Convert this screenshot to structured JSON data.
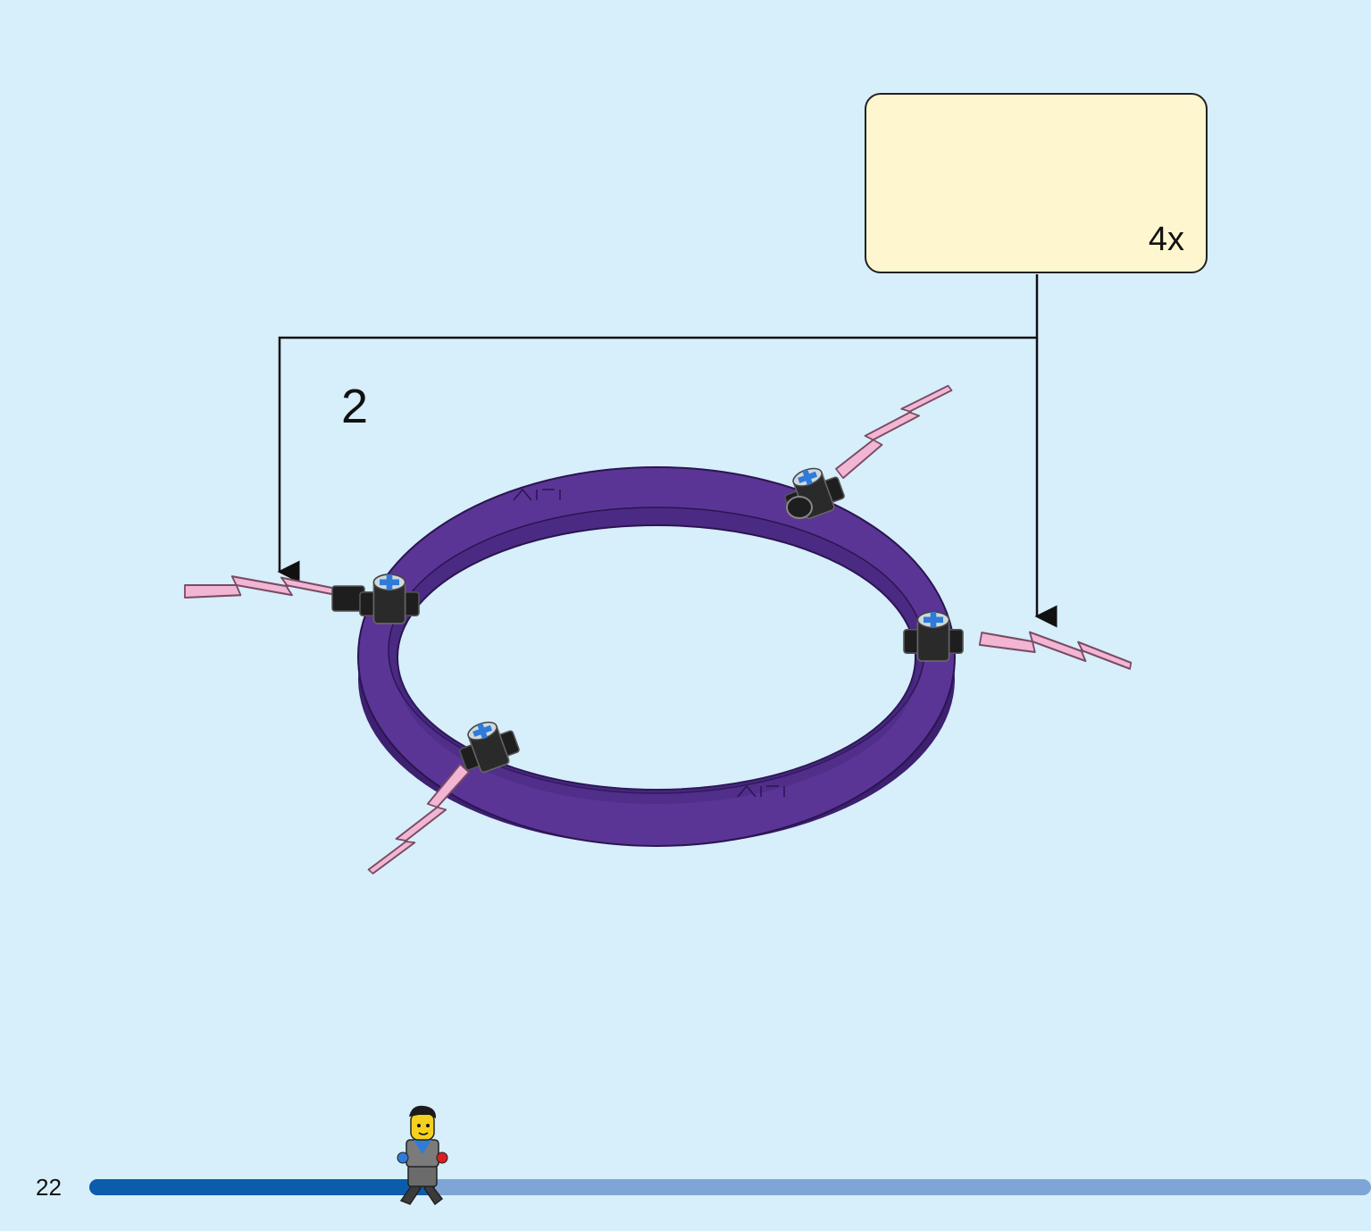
{
  "callout": {
    "quantity": "4x"
  },
  "step": {
    "number": "2"
  },
  "footer": {
    "page_number": "22",
    "progress": 0.27
  },
  "colors": {
    "background": "#d7eefb",
    "callout_bg": "#fef6cf",
    "ring_purple": "#5a3596",
    "ring_purple_dark": "#3d2070",
    "lightning_pink": "#f2b6d4",
    "connector_black": "#1e1e1e",
    "axle_blue": "#2f7bd8",
    "arrow_red": "#d81f26",
    "progress_done": "#0b5cab",
    "progress_remaining": "#7fa4d6"
  },
  "icons": {
    "callout_lightning": "lightning-bolt-icon",
    "callout_connector": "pin-connector-icon",
    "mascot": "minifigure-walking-icon"
  }
}
